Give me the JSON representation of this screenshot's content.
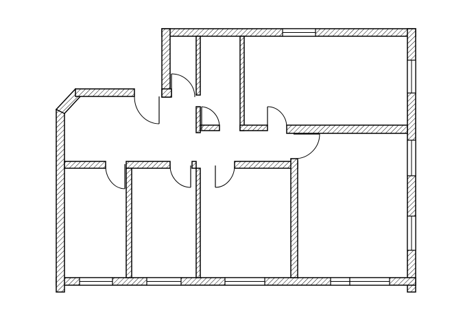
{
  "drawing": {
    "type": "architectural floor plan",
    "background": "#ffffff",
    "line_color": "#000000",
    "wall_fill": "diagonal hatch",
    "text_labels": []
  },
  "rooms": [
    {
      "name": "entry-closet",
      "kind": "room"
    },
    {
      "name": "storage",
      "kind": "room"
    },
    {
      "name": "top-right-room",
      "kind": "room"
    },
    {
      "name": "corridor",
      "kind": "hall"
    },
    {
      "name": "bottom-left-room",
      "kind": "room"
    },
    {
      "name": "bottom-middle-room",
      "kind": "room"
    },
    {
      "name": "bottom-center-room",
      "kind": "room"
    },
    {
      "name": "right-room",
      "kind": "room"
    }
  ],
  "windows": [
    {
      "name": "window-top"
    },
    {
      "name": "window-right-1"
    },
    {
      "name": "window-right-2"
    },
    {
      "name": "window-right-3"
    },
    {
      "name": "window-bottom-1"
    },
    {
      "name": "window-bottom-2"
    },
    {
      "name": "window-bottom-3"
    },
    {
      "name": "window-bottom-4"
    },
    {
      "name": "window-bottom-5"
    }
  ],
  "doors": [
    {
      "name": "door-entry"
    },
    {
      "name": "door-closet"
    },
    {
      "name": "door-storage"
    },
    {
      "name": "door-top-right-room"
    },
    {
      "name": "door-right-room"
    },
    {
      "name": "door-bottom-left-room"
    },
    {
      "name": "door-bottom-middle-room"
    },
    {
      "name": "door-bottom-center-room"
    }
  ]
}
